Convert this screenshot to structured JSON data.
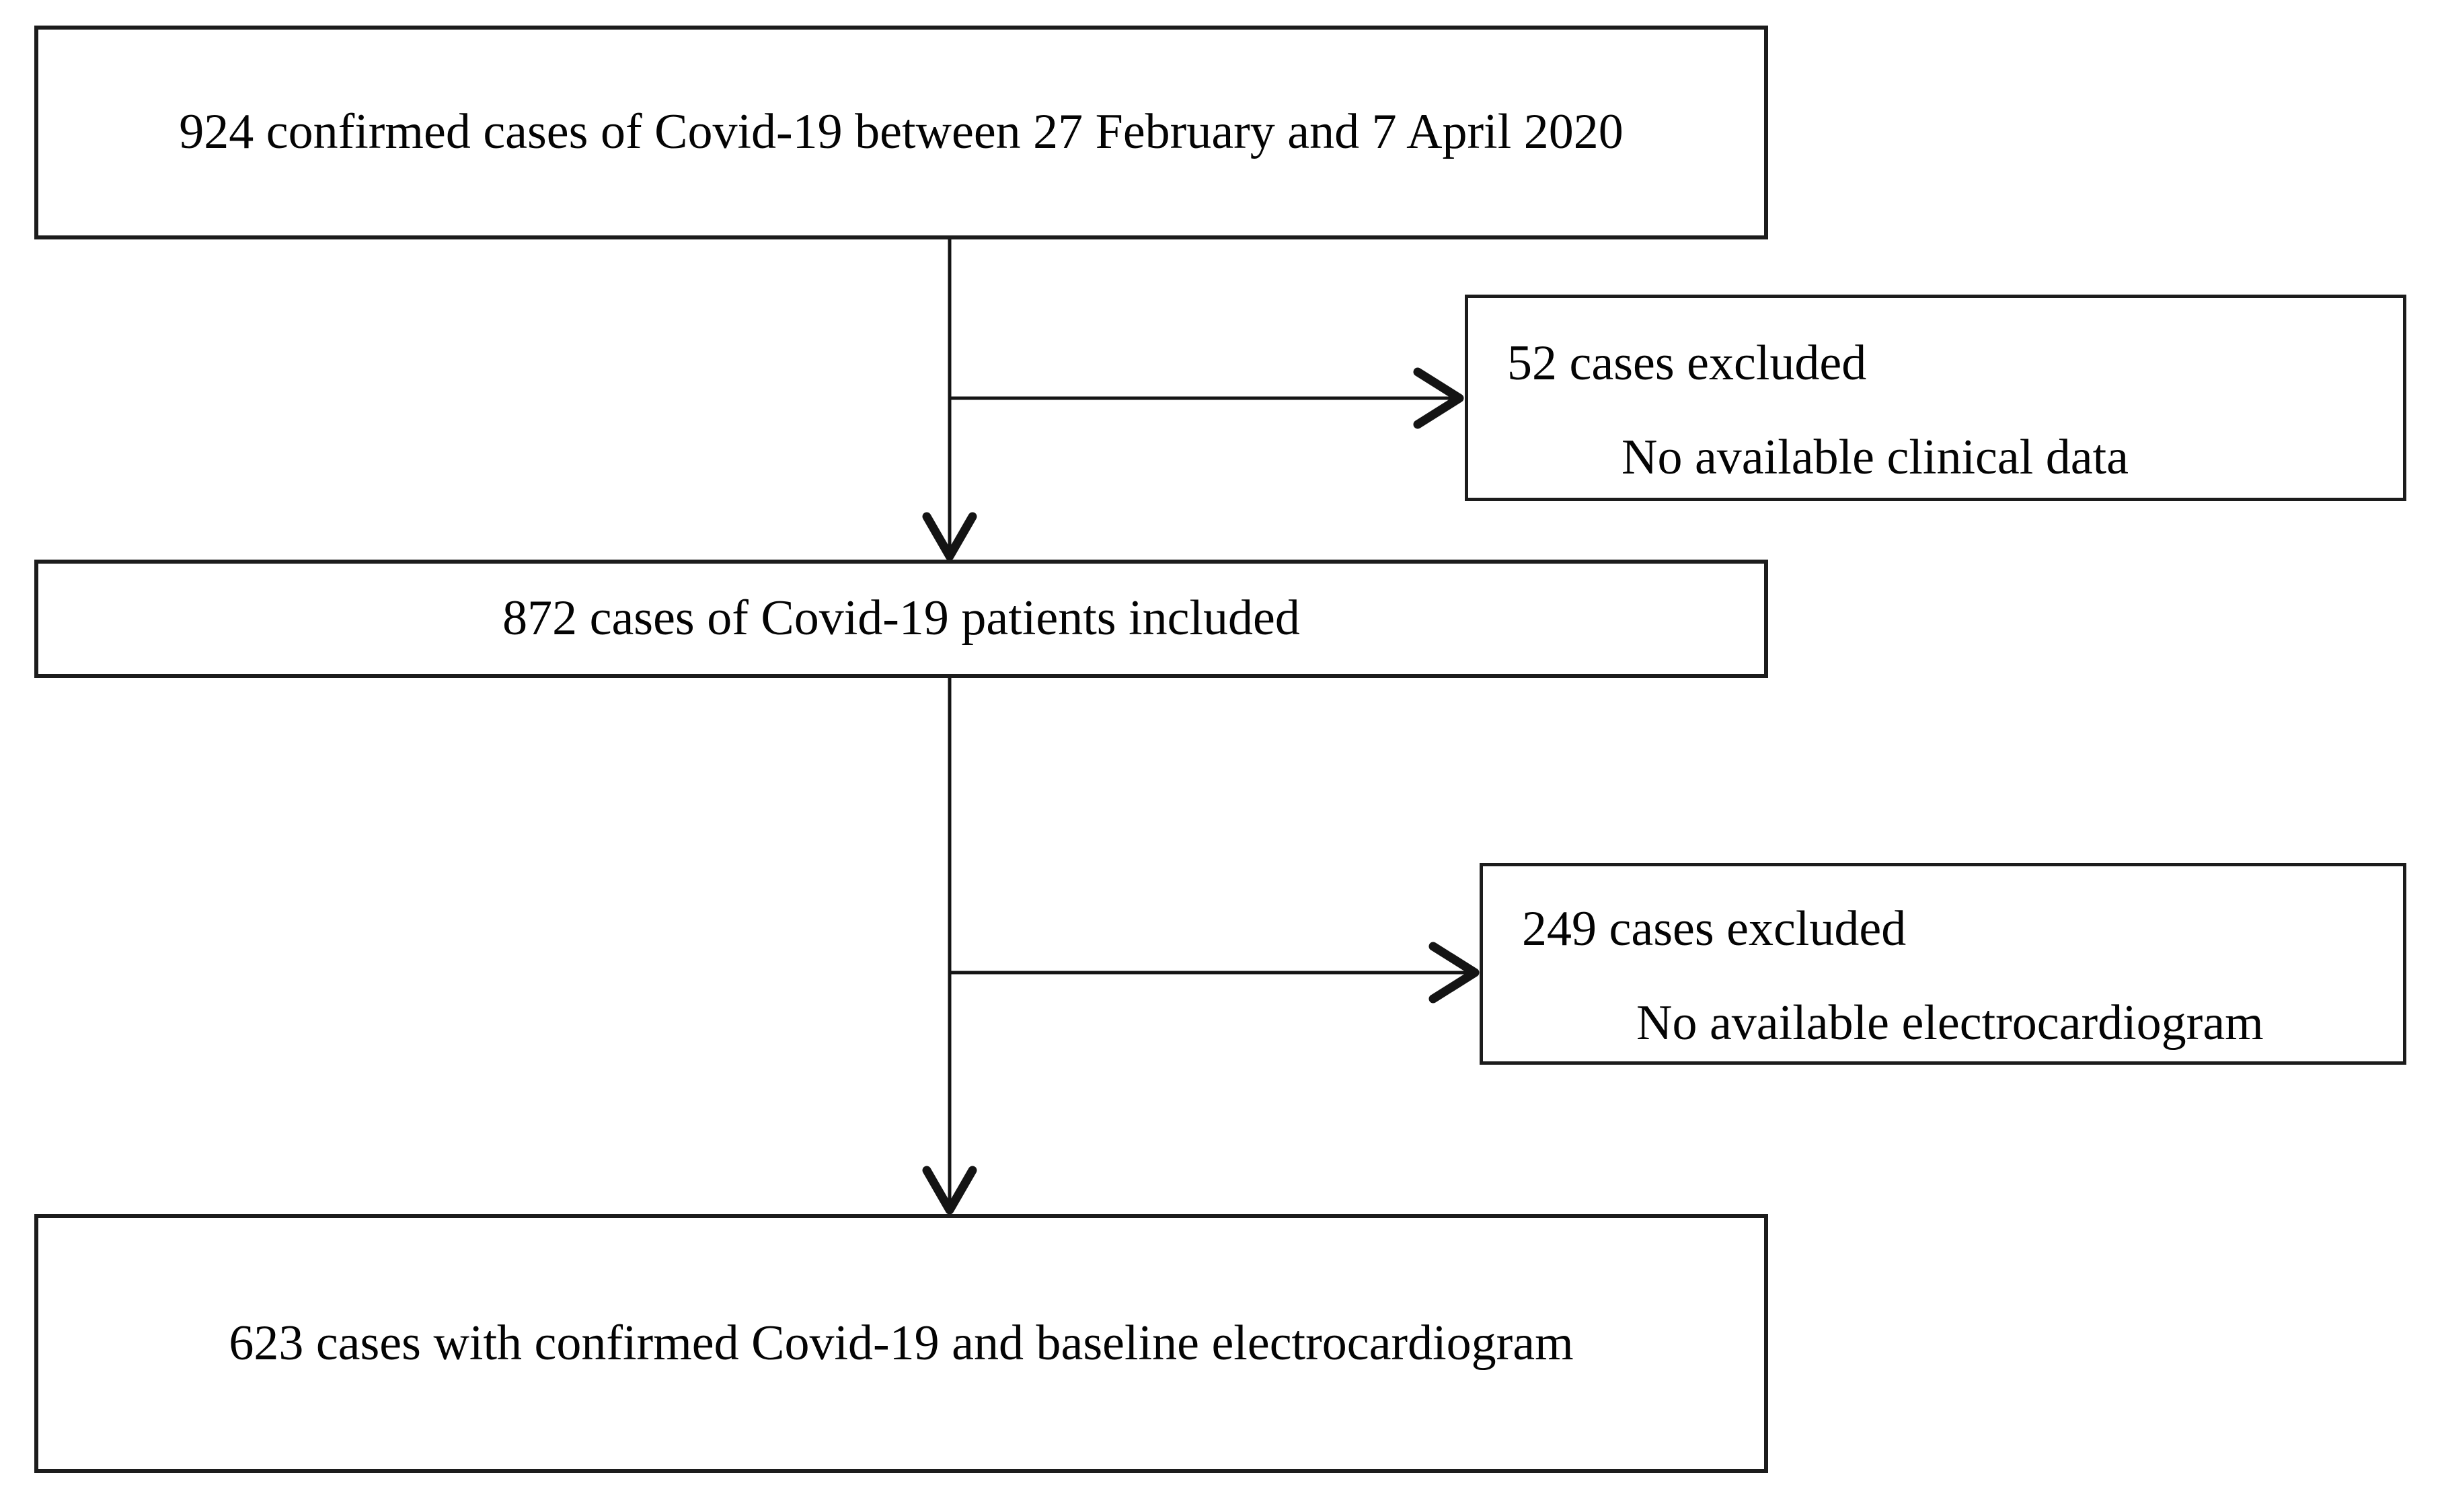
{
  "flowchart": {
    "boxes": [
      {
        "id": "box-initial",
        "text": "924 confirmed cases of Covid-19 between 27 February and 7 April 2020"
      },
      {
        "id": "box-included",
        "text": "872 cases of Covid-19 patients included"
      },
      {
        "id": "box-final",
        "text": "623 cases with confirmed Covid-19 and baseline electrocardiogram"
      }
    ],
    "exclusions": [
      {
        "id": "exclusion-1",
        "count_line": "52 cases excluded",
        "reason_line": "No available clinical data"
      },
      {
        "id": "exclusion-2",
        "count_line": "249 cases excluded",
        "reason_line": "No available electrocardiogram"
      }
    ],
    "connections": [
      {
        "from": "box-initial",
        "to": "box-included",
        "type": "arrow-down"
      },
      {
        "from": "box-initial",
        "to": "exclusion-1",
        "type": "arrow-right-branch"
      },
      {
        "from": "box-included",
        "to": "box-final",
        "type": "arrow-down"
      },
      {
        "from": "box-included",
        "to": "exclusion-2",
        "type": "arrow-right-branch"
      }
    ],
    "colors": {
      "line": "#141414",
      "border": "#1c1c1c",
      "text": "#040404",
      "background": "#ffffff"
    }
  }
}
